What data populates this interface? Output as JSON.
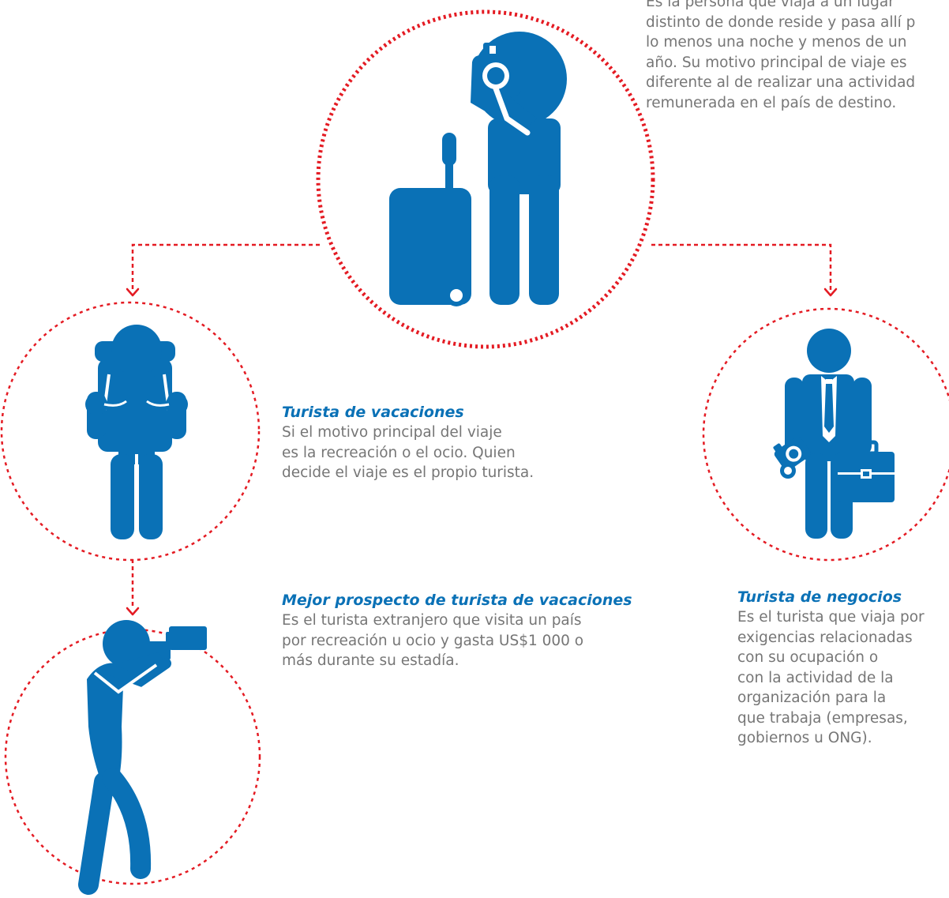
{
  "colors": {
    "accent_red": "#e41b23",
    "icon_blue": "#0a71b6",
    "text_gray": "#767676",
    "title_blue": "#0a71b6"
  },
  "top": {
    "icon": "tourist-with-camera-and-suitcase-icon",
    "lines": [
      "Es la persona que viaja a un lugar",
      "distinto de donde reside y pasa allí p",
      "lo menos una noche y menos de un",
      "año. Su motivo principal de viaje es",
      "diferente al de realizar una actividad",
      "remunerada en el país de destino."
    ]
  },
  "vacaciones": {
    "icon": "backpacker-icon",
    "title": "Turista de vacaciones",
    "lines": [
      "Si el motivo principal del viaje",
      "es la recreación o el ocio. Quien",
      "decide el viaje es el propio turista."
    ]
  },
  "negocios": {
    "icon": "businessman-with-briefcase-icon",
    "title": "Turista de negocios",
    "lines": [
      "Es el turista que viaja por",
      "exigencias relacionadas",
      "con su ocupación o",
      "con la actividad de la",
      "organización para la",
      "que trabaja (empresas,",
      "gobiernos u ONG)."
    ]
  },
  "prospecto": {
    "icon": "photographer-icon",
    "title": "Mejor prospecto de turista de vacaciones",
    "lines": [
      "Es el turista extranjero que visita un país",
      "por recreación u ocio y gasta US$1 000 o",
      "más durante su estadía."
    ]
  }
}
